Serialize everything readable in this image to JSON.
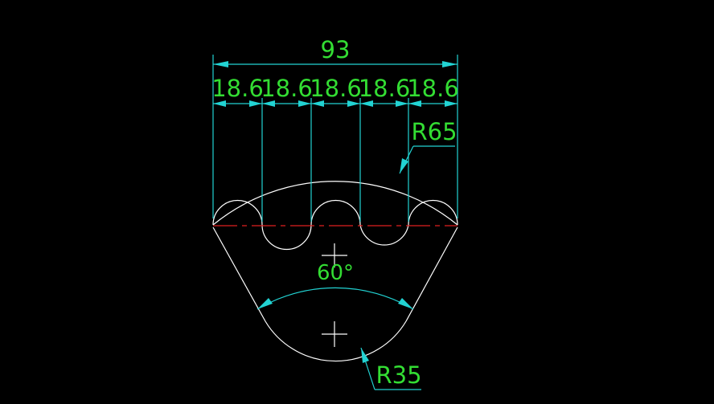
{
  "drawing": {
    "background": "#000000",
    "colors": {
      "geometry": "#ffffff",
      "dimension_line": "#22d3d3",
      "dimension_text": "#33dd33",
      "center_line": "#e02020"
    },
    "overall_width": "93",
    "segment_widths": [
      "18.6",
      "18.6",
      "18.6",
      "18.6",
      "18.6"
    ],
    "top_radius": "R65",
    "bottom_radius": "R35",
    "angle": "60°"
  }
}
